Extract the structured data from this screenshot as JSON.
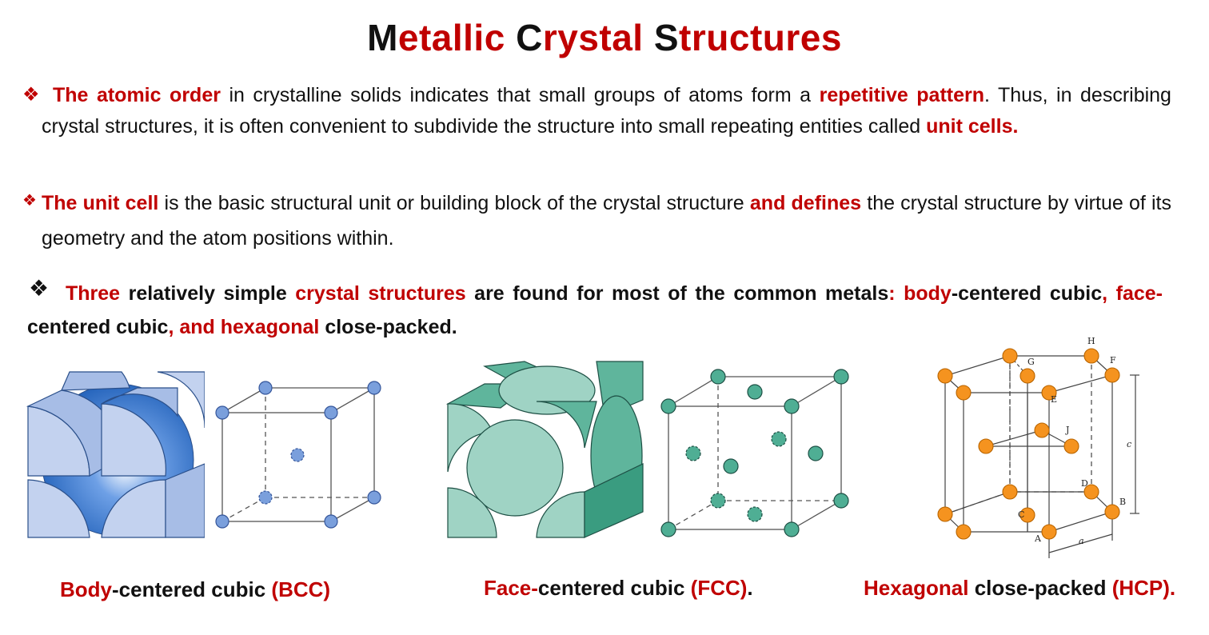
{
  "title": {
    "w1_first": "M",
    "w1_rest": "etallic",
    "w2_first": "C",
    "w2_rest": "rystal",
    "w3_first": "S",
    "w3_rest": "tructures"
  },
  "bullet_symbol": "❖",
  "p1": {
    "lead": "The atomic order",
    "t1": " in crystalline solids indicates that small groups of atoms form a ",
    "emph": "repetitive pattern",
    "t2": ". Thus, in describing crystal structures, it is often convenient to subdivide the structure into small repeating entities called ",
    "end": "unit cells."
  },
  "p2": {
    "lead": "The unit cell",
    "t1": " is the basic structural unit or building block of the crystal structure ",
    "emph": "and defines",
    "t2": " the crystal structure by virtue of its geometry and the atom positions within."
  },
  "p3": {
    "a": "Three",
    "b": " relatively simple ",
    "c": "crystal structures",
    "d": " are found for most of the common metals",
    "e": ": body",
    "f": "-centered cubic",
    "g": ", face-",
    "h": "centered cubic",
    "i": ", and hexagonal",
    "j": " close-packed."
  },
  "captions": {
    "bcc": {
      "r1": "Body",
      "k1": "-centered cubic ",
      "r2": "(BCC)"
    },
    "fcc": {
      "r1": "Face-",
      "k1": "centered cubic ",
      "r2": "(FCC)",
      "k2": "."
    },
    "hcp": {
      "r1": "Hexagonal",
      "k1": " close-packed ",
      "r2": "(HCP)."
    }
  },
  "hcp_labels": {
    "H": "H",
    "G": "G",
    "F": "F",
    "E": "E",
    "J": "J",
    "D": "D",
    "C": "C",
    "B": "B",
    "A": "A",
    "c": "c",
    "a": "a"
  },
  "colors": {
    "accent": "#c00000",
    "bcc_atom": "#7a9fdc",
    "fcc_atom": "#4fae94",
    "hcp_atom": "#f5931f"
  }
}
